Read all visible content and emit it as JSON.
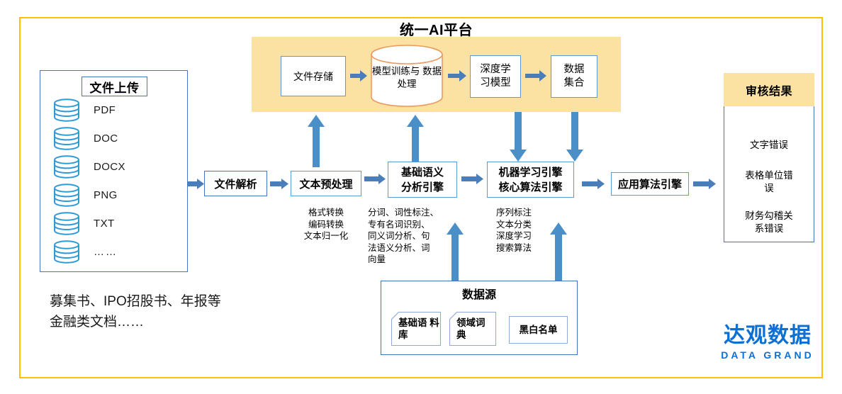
{
  "frame": {
    "border_color": "#FFC000"
  },
  "colors": {
    "box_border": "#4472C4",
    "box_border_light": "#5B9BD5",
    "arrow_blue": "#4A7EBB",
    "band_yellow": "#FBE2A2",
    "cylinder_icon": "#2E9BD6",
    "cylinder_shape_border": "#ED7D31",
    "logo_blue": "#0B6FD4"
  },
  "upload": {
    "title": "文件上传",
    "files": [
      "PDF",
      "DOC",
      "DOCX",
      "PNG",
      "TXT",
      "……"
    ],
    "icon": "database-cylinder-icon"
  },
  "bottom_note": "募集书、IPO招股书、年报等\n金融类文档……",
  "ai_platform": {
    "title": "统一AI平台",
    "nodes": [
      {
        "label": "文件存储",
        "shape": "rect"
      },
      {
        "label": "模型训练与\n数据处理",
        "shape": "cylinder"
      },
      {
        "label": "深度学\n习模型",
        "shape": "rect"
      },
      {
        "label": "数据\n集合",
        "shape": "rect"
      }
    ]
  },
  "pipeline": [
    {
      "label": "文件解析",
      "caption": ""
    },
    {
      "label": "文本预处理",
      "caption": "格式转换\n编码转换\n文本归一化"
    },
    {
      "label": "基础语义\n分析引擎",
      "caption": "分词、词性标注、\n专有名词识别、\n同义词分析、句\n法语义分析、词\n向量"
    },
    {
      "label": "机器学习引擎\n核心算法引擎",
      "caption": "序列标注\n文本分类\n深度学习\n搜索算法"
    },
    {
      "label": "应用算法引擎",
      "caption": ""
    }
  ],
  "data_source": {
    "title": "数据源",
    "items": [
      {
        "label": "基础语\n料库",
        "folded": true
      },
      {
        "label": "领域词\n典",
        "folded": true
      },
      {
        "label": "黑白名单",
        "folded": false
      }
    ]
  },
  "review": {
    "title": "审核结果",
    "items": [
      "文字错误",
      "表格单位错\n误",
      "财务勾稽关\n系错误"
    ]
  },
  "logo": {
    "cn": "达观数据",
    "en": "DATA GRAND"
  }
}
